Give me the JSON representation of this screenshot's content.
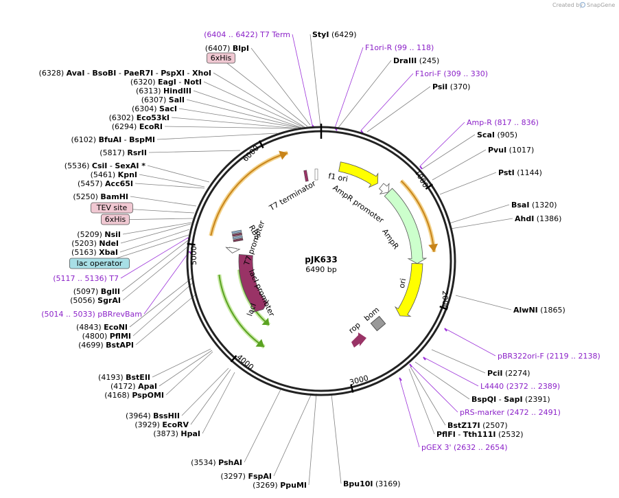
{
  "credit": {
    "prefix": "Created by",
    "brand": "SnapGene"
  },
  "plasmid": {
    "name": "pJK633",
    "size_label": "6490 bp",
    "length": 6490
  },
  "ticks": [
    "1000",
    "2000",
    "3000",
    "4000",
    "5000",
    "6000"
  ],
  "features": [
    {
      "name": "f1 ori",
      "color": "#ffff00"
    },
    {
      "name": "AmpR promoter",
      "color": "#ffffff"
    },
    {
      "name": "AmpR",
      "color": "#ccffcc"
    },
    {
      "name": "ori",
      "color": "#ffff00"
    },
    {
      "name": "bom",
      "color": "#999999"
    },
    {
      "name": "rop",
      "color": "#993366"
    },
    {
      "name": "lacI",
      "color": "#993366"
    },
    {
      "name": "lacI promoter",
      "color": "#ffffff"
    },
    {
      "name": "T7 promoter",
      "color": "#ffffff"
    },
    {
      "name": "RBS",
      "color": "#999999"
    },
    {
      "name": "T7 terminator",
      "color": "#993366"
    }
  ],
  "labels": [
    {
      "parts": [
        {
          "t": "(6404 .. 6422)",
          "c": "p"
        },
        {
          "t": "  T7 Term",
          "c": "p"
        }
      ]
    },
    {
      "parts": [
        {
          "t": "(6407)  ",
          "c": "n"
        },
        {
          "t": "BlpI",
          "c": "b"
        }
      ]
    },
    {
      "tag": "6xHis",
      "tagcolor": "#f0c8d2"
    },
    {
      "parts": [
        {
          "t": "(6328)  ",
          "c": "n"
        },
        {
          "t": "AvaI",
          "c": "b"
        },
        {
          "t": "  - ",
          "c": "n"
        },
        {
          "t": "BsoBI",
          "c": "b"
        },
        {
          "t": "  - ",
          "c": "n"
        },
        {
          "t": "PaeR7I",
          "c": "b"
        },
        {
          "t": "  - ",
          "c": "n"
        },
        {
          "t": "PspXI",
          "c": "b"
        },
        {
          "t": "  - ",
          "c": "n"
        },
        {
          "t": "XhoI",
          "c": "b"
        }
      ]
    },
    {
      "parts": [
        {
          "t": "(6320)  ",
          "c": "n"
        },
        {
          "t": "EagI",
          "c": "b"
        },
        {
          "t": "  - ",
          "c": "n"
        },
        {
          "t": "NotI",
          "c": "b"
        }
      ]
    },
    {
      "parts": [
        {
          "t": "(6313)  ",
          "c": "n"
        },
        {
          "t": "HindIII",
          "c": "b"
        }
      ]
    },
    {
      "parts": [
        {
          "t": "(6307)  ",
          "c": "n"
        },
        {
          "t": "SalI",
          "c": "b"
        }
      ]
    },
    {
      "parts": [
        {
          "t": "(6304)  ",
          "c": "n"
        },
        {
          "t": "SacI",
          "c": "b"
        }
      ]
    },
    {
      "parts": [
        {
          "t": "(6302)  ",
          "c": "n"
        },
        {
          "t": "Eco53kI",
          "c": "b"
        }
      ]
    },
    {
      "parts": [
        {
          "t": "(6294)  ",
          "c": "n"
        },
        {
          "t": "EcoRI",
          "c": "b"
        }
      ]
    },
    {
      "parts": [
        {
          "t": "(6102)  ",
          "c": "n"
        },
        {
          "t": "BfuAI",
          "c": "b"
        },
        {
          "t": "  - ",
          "c": "n"
        },
        {
          "t": "BspMI",
          "c": "b"
        }
      ]
    },
    {
      "parts": [
        {
          "t": "(5817)  ",
          "c": "n"
        },
        {
          "t": "RsrII",
          "c": "b"
        }
      ]
    },
    {
      "parts": [
        {
          "t": "(5536)  ",
          "c": "n"
        },
        {
          "t": "CsiI",
          "c": "b"
        },
        {
          "t": "  - ",
          "c": "n"
        },
        {
          "t": "SexAI *",
          "c": "b"
        }
      ]
    },
    {
      "parts": [
        {
          "t": "(5461)  ",
          "c": "n"
        },
        {
          "t": "KpnI",
          "c": "b"
        }
      ]
    },
    {
      "parts": [
        {
          "t": "(5457)  ",
          "c": "n"
        },
        {
          "t": "Acc65I",
          "c": "b"
        }
      ]
    },
    {
      "parts": [
        {
          "t": "(5250)  ",
          "c": "n"
        },
        {
          "t": "BamHI",
          "c": "b"
        }
      ]
    },
    {
      "tag": "TEV site",
      "tagcolor": "#f0c8d2"
    },
    {
      "tag": "6xHis",
      "tagcolor": "#f0c8d2"
    },
    {
      "parts": [
        {
          "t": "(5209)  ",
          "c": "n"
        },
        {
          "t": "NsiI",
          "c": "b"
        }
      ]
    },
    {
      "parts": [
        {
          "t": "(5203)  ",
          "c": "n"
        },
        {
          "t": "NdeI",
          "c": "b"
        }
      ]
    },
    {
      "parts": [
        {
          "t": "(5163)  ",
          "c": "n"
        },
        {
          "t": "XbaI",
          "c": "b"
        }
      ]
    },
    {
      "tag": "lac operator",
      "tagcolor": "#a8dfe6"
    },
    {
      "parts": [
        {
          "t": "(5117 .. 5136)",
          "c": "p"
        },
        {
          "t": "  T7",
          "c": "p"
        }
      ]
    },
    {
      "parts": [
        {
          "t": "(5097)  ",
          "c": "n"
        },
        {
          "t": "BglII",
          "c": "b"
        }
      ]
    },
    {
      "parts": [
        {
          "t": "(5056)  ",
          "c": "n"
        },
        {
          "t": "SgrAI",
          "c": "b"
        }
      ]
    },
    {
      "parts": [
        {
          "t": "(5014 .. 5033)",
          "c": "p"
        },
        {
          "t": "  pBRrevBam",
          "c": "p"
        }
      ]
    },
    {
      "parts": [
        {
          "t": "(4843)  ",
          "c": "n"
        },
        {
          "t": "EcoNI",
          "c": "b"
        }
      ]
    },
    {
      "parts": [
        {
          "t": "(4800)  ",
          "c": "n"
        },
        {
          "t": "PflMI",
          "c": "b"
        }
      ]
    },
    {
      "parts": [
        {
          "t": "(4699)  ",
          "c": "n"
        },
        {
          "t": "BstAPI",
          "c": "b"
        }
      ]
    },
    {
      "parts": [
        {
          "t": "(4193)  ",
          "c": "n"
        },
        {
          "t": "BstEII",
          "c": "b"
        }
      ]
    },
    {
      "parts": [
        {
          "t": "(4172)  ",
          "c": "n"
        },
        {
          "t": "ApaI",
          "c": "b"
        }
      ]
    },
    {
      "parts": [
        {
          "t": "(4168)  ",
          "c": "n"
        },
        {
          "t": "PspOMI",
          "c": "b"
        }
      ]
    },
    {
      "parts": [
        {
          "t": "(3964)  ",
          "c": "n"
        },
        {
          "t": "BssHII",
          "c": "b"
        }
      ]
    },
    {
      "parts": [
        {
          "t": "(3929)  ",
          "c": "n"
        },
        {
          "t": "EcoRV",
          "c": "b"
        }
      ]
    },
    {
      "parts": [
        {
          "t": "(3873)  ",
          "c": "n"
        },
        {
          "t": "HpaI",
          "c": "b"
        }
      ]
    },
    {
      "parts": [
        {
          "t": "(3534)  ",
          "c": "n"
        },
        {
          "t": "PshAI",
          "c": "b"
        }
      ]
    },
    {
      "parts": [
        {
          "t": "(3297)  ",
          "c": "n"
        },
        {
          "t": "FspAI",
          "c": "b"
        }
      ]
    },
    {
      "parts": [
        {
          "t": "(3269)  ",
          "c": "n"
        },
        {
          "t": "PpuMI",
          "c": "b"
        }
      ]
    },
    {
      "parts": [
        {
          "t": "Bpu10I",
          "c": "b"
        },
        {
          "t": "  (3169)",
          "c": "n"
        }
      ]
    },
    {
      "parts": [
        {
          "t": "StyI",
          "c": "b"
        },
        {
          "t": "  (6429)",
          "c": "n"
        }
      ]
    },
    {
      "parts": [
        {
          "t": "F1ori-R",
          "c": "p"
        },
        {
          "t": "   (99 .. 118)",
          "c": "p"
        }
      ]
    },
    {
      "parts": [
        {
          "t": "DraIII",
          "c": "b"
        },
        {
          "t": "  (245)",
          "c": "n"
        }
      ]
    },
    {
      "parts": [
        {
          "t": "F1ori-F",
          "c": "p"
        },
        {
          "t": "   (309 .. 330)",
          "c": "p"
        }
      ]
    },
    {
      "parts": [
        {
          "t": "PsiI",
          "c": "b"
        },
        {
          "t": "  (370)",
          "c": "n"
        }
      ]
    },
    {
      "parts": [
        {
          "t": "Amp-R",
          "c": "p"
        },
        {
          "t": "   (817 .. 836)",
          "c": "p"
        }
      ]
    },
    {
      "parts": [
        {
          "t": "ScaI",
          "c": "b"
        },
        {
          "t": "  (905)",
          "c": "n"
        }
      ]
    },
    {
      "parts": [
        {
          "t": "PvuI",
          "c": "b"
        },
        {
          "t": "  (1017)",
          "c": "n"
        }
      ]
    },
    {
      "parts": [
        {
          "t": "PstI",
          "c": "b"
        },
        {
          "t": "  (1144)",
          "c": "n"
        }
      ]
    },
    {
      "parts": [
        {
          "t": "BsaI",
          "c": "b"
        },
        {
          "t": "  (1320)",
          "c": "n"
        }
      ]
    },
    {
      "parts": [
        {
          "t": "AhdI",
          "c": "b"
        },
        {
          "t": "  (1386)",
          "c": "n"
        }
      ]
    },
    {
      "parts": [
        {
          "t": "AlwNI",
          "c": "b"
        },
        {
          "t": "  (1865)",
          "c": "n"
        }
      ]
    },
    {
      "parts": [
        {
          "t": "pBR322ori-F",
          "c": "p"
        },
        {
          "t": "   (2119 .. 2138)",
          "c": "p"
        }
      ]
    },
    {
      "parts": [
        {
          "t": "PciI",
          "c": "b"
        },
        {
          "t": "  (2274)",
          "c": "n"
        }
      ]
    },
    {
      "parts": [
        {
          "t": "L4440",
          "c": "p"
        },
        {
          "t": "   (2372 .. 2389)",
          "c": "p"
        }
      ]
    },
    {
      "parts": [
        {
          "t": "BspQI",
          "c": "b"
        },
        {
          "t": "  - ",
          "c": "n"
        },
        {
          "t": "SapI",
          "c": "b"
        },
        {
          "t": "  (2391)",
          "c": "n"
        }
      ]
    },
    {
      "parts": [
        {
          "t": "pRS-marker",
          "c": "p"
        },
        {
          "t": "   (2472 .. 2491)",
          "c": "p"
        }
      ]
    },
    {
      "parts": [
        {
          "t": "BstZ17I",
          "c": "b"
        },
        {
          "t": "  (2507)",
          "c": "n"
        }
      ]
    },
    {
      "parts": [
        {
          "t": "PflFI",
          "c": "b"
        },
        {
          "t": "  - ",
          "c": "n"
        },
        {
          "t": "Tth111I",
          "c": "b"
        },
        {
          "t": "  (2532)",
          "c": "n"
        }
      ]
    },
    {
      "parts": [
        {
          "t": "pGEX 3'",
          "c": "p"
        },
        {
          "t": "   (2632 .. 2654)",
          "c": "p"
        }
      ]
    }
  ]
}
